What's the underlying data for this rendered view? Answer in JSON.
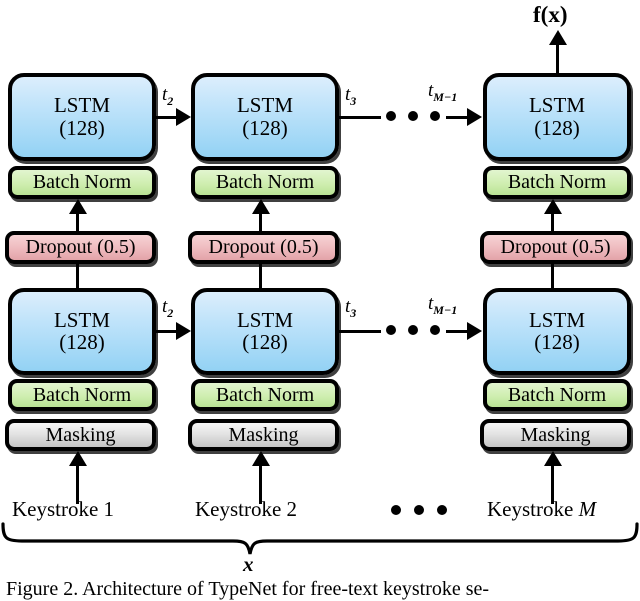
{
  "figure": {
    "caption": "Figure 2. Architecture of TypeNet for free-text keystroke se-",
    "output_label": "f(x)",
    "input_bundle_label": "x",
    "ellipsis_glyph": "•"
  },
  "colors": {
    "lstm_fill": "#bfe3fa",
    "batchnorm_fill": "#cfeeb0",
    "dropout_fill": "#eebabe",
    "masking_fill": "#e3e3e3",
    "stroke": "#000000",
    "background": "#ffffff"
  },
  "layers": {
    "lstm_title": "LSTM",
    "lstm_units": "(128)",
    "batch_norm": "Batch Norm",
    "dropout": "Dropout (0.5)",
    "masking": "Masking"
  },
  "columns": [
    {
      "id": "t1",
      "input_label": "Keystroke 1",
      "top_lstm": {
        "title": "LSTM",
        "units": "(128)"
      },
      "top_batch_norm": "Batch Norm",
      "dropout": "Dropout (0.5)",
      "bottom_lstm": {
        "title": "LSTM",
        "units": "(128)"
      },
      "bottom_batch_norm": "Batch Norm",
      "masking": "Masking",
      "out_state_top": "t",
      "out_state_top_sub": "2",
      "out_state_bottom": "t",
      "out_state_bottom_sub": "2"
    },
    {
      "id": "t2",
      "input_label": "Keystroke 2",
      "top_lstm": {
        "title": "LSTM",
        "units": "(128)"
      },
      "top_batch_norm": "Batch Norm",
      "dropout": "Dropout (0.5)",
      "bottom_lstm": {
        "title": "LSTM",
        "units": "(128)"
      },
      "bottom_batch_norm": "Batch Norm",
      "masking": "Masking",
      "out_state_top": "t",
      "out_state_top_sub": "3",
      "out_state_bottom": "t",
      "out_state_bottom_sub": "3"
    },
    {
      "id": "tM",
      "input_label_prefix": "Keystroke ",
      "input_label_italic": "M",
      "top_lstm": {
        "title": "LSTM",
        "units": "(128)"
      },
      "top_batch_norm": "Batch Norm",
      "dropout": "Dropout (0.5)",
      "bottom_lstm": {
        "title": "LSTM",
        "units": "(128)"
      },
      "bottom_batch_norm": "Batch Norm",
      "masking": "Masking",
      "in_state_top": "t",
      "in_state_top_sub": "M−1",
      "in_state_bottom": "t",
      "in_state_bottom_sub": "M−1"
    }
  ]
}
